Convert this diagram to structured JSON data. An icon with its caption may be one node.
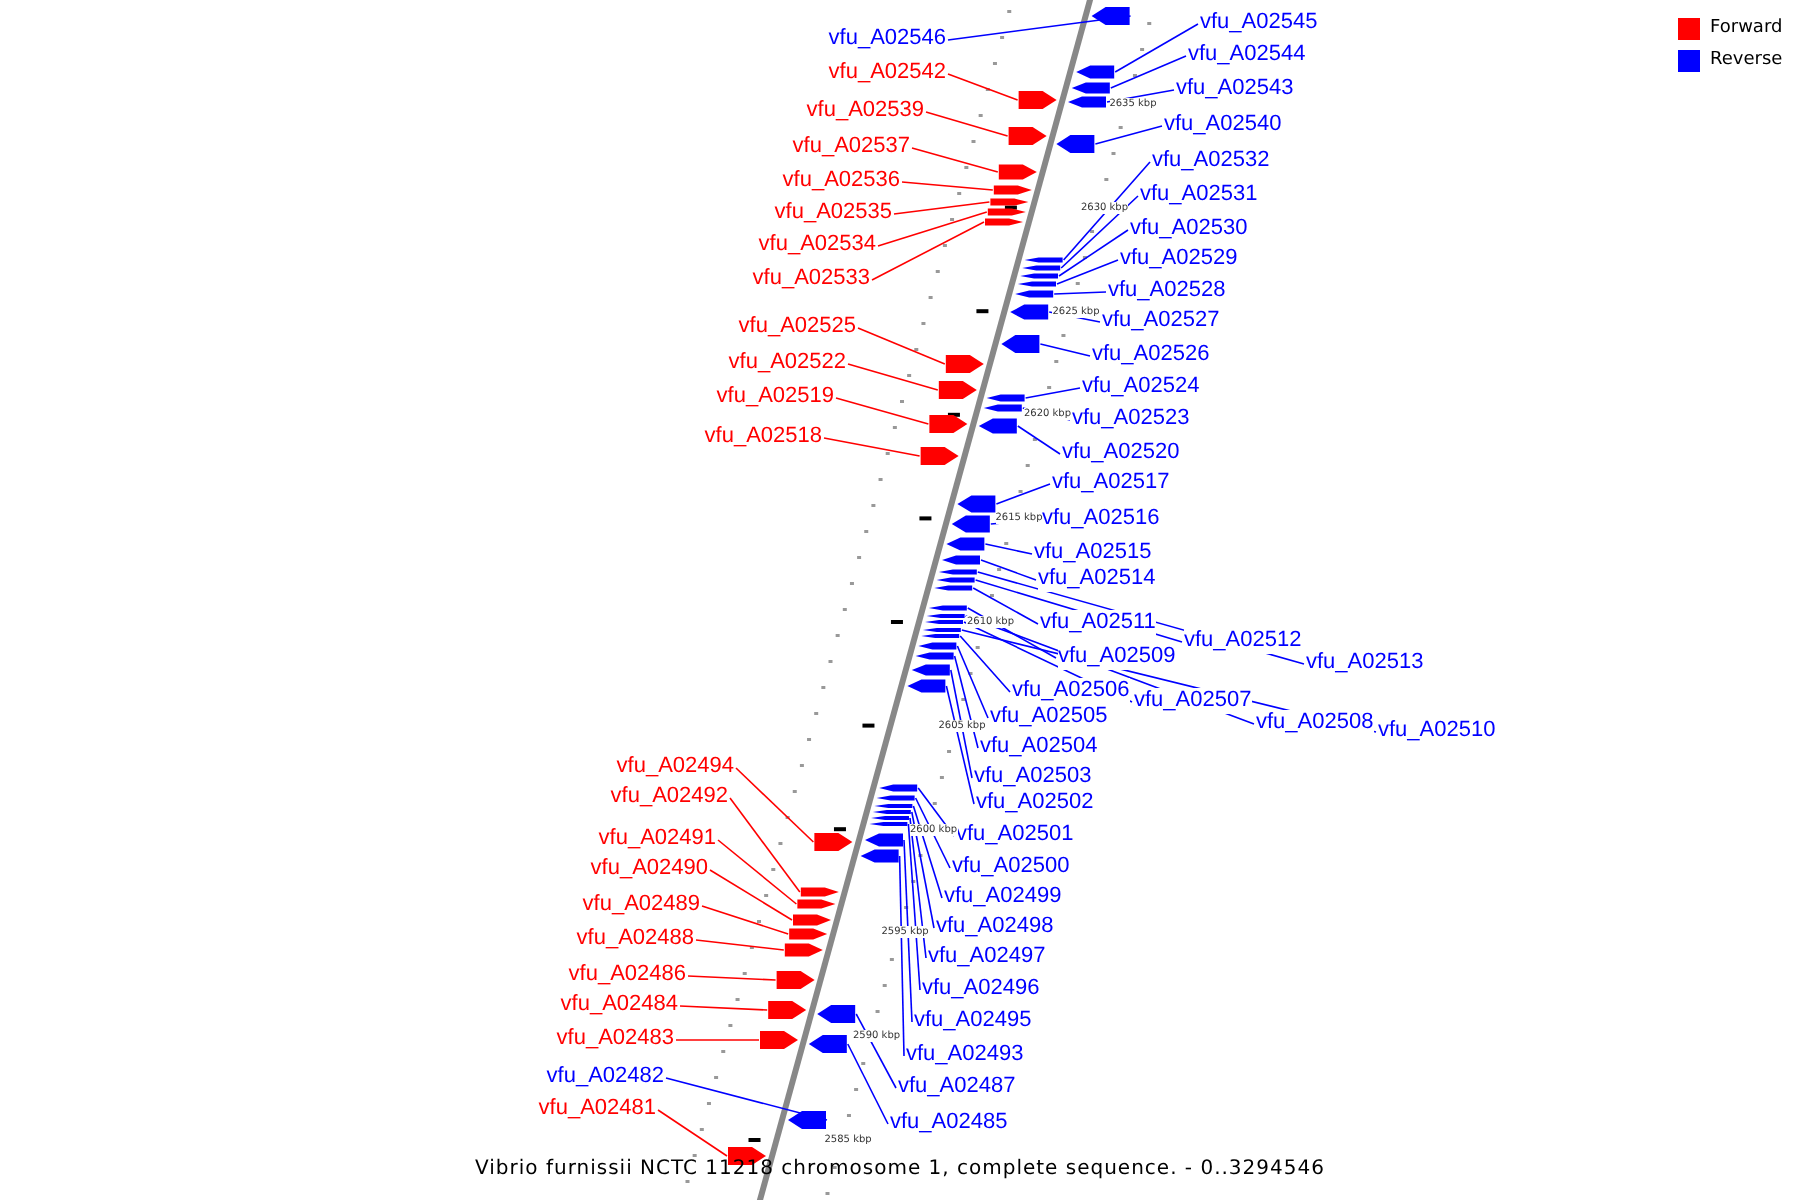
{
  "diagram": {
    "caption": "Vibrio furnissii NCTC 11218 chromosome 1, complete sequence. - 0..3294546",
    "nodes": [
      {
        "text": [
          "vfu_A02546"
        ]
      },
      {
        "text": [
          "vfu_A02542"
        ]
      },
      {
        "text": [
          "vfu_A02539"
        ]
      },
      {
        "text": [
          "vfu_A02537"
        ]
      },
      {
        "text": [
          "vfu_A02536"
        ]
      },
      {
        "text": [
          "vfu_A02535"
        ]
      },
      {
        "text": [
          "vfu_A02534"
        ]
      },
      {
        "text": [
          "vfu_A02533"
        ]
      },
      {
        "text": [
          "vfu_A02525"
        ]
      },
      {
        "text": [
          "vfu_A02522"
        ]
      },
      {
        "text": [
          "vfu_A02519"
        ]
      },
      {
        "text": [
          "vfu_A02518"
        ]
      },
      {
        "text": [
          "vfu_A02494"
        ]
      },
      {
        "text": [
          "vfu_A02492"
        ]
      },
      {
        "text": [
          "vfu_A02491"
        ]
      },
      {
        "text": [
          "vfu_A02490"
        ]
      },
      {
        "text": [
          "vfu_A02489"
        ]
      },
      {
        "text": [
          "vfu_A02488"
        ]
      },
      {
        "text": [
          "vfu_A02486"
        ]
      },
      {
        "text": [
          "vfu_A02484"
        ]
      },
      {
        "text": [
          "vfu_A02483"
        ]
      },
      {
        "text": [
          "vfu_A02482"
        ]
      },
      {
        "text": [
          "vfu_A02481"
        ]
      },
      {
        "text": [
          "vfu_A02545"
        ]
      },
      {
        "text": [
          "vfu_A02544"
        ]
      },
      {
        "text": [
          "vfu_A02543"
        ]
      },
      {
        "text": [
          "vfu_A02540"
        ]
      },
      {
        "text": [
          "vfu_A02532"
        ]
      },
      {
        "text": [
          "vfu_A02531"
        ]
      },
      {
        "text": [
          "vfu_A02530"
        ]
      },
      {
        "text": [
          "vfu_A02529"
        ]
      },
      {
        "text": [
          "vfu_A02528"
        ]
      },
      {
        "text": [
          "vfu_A02527"
        ]
      },
      {
        "text": [
          "vfu_A02526"
        ]
      },
      {
        "text": [
          "vfu_A02524"
        ]
      },
      {
        "text": [
          "vfu_A02523"
        ]
      },
      {
        "text": [
          "vfu_A02520"
        ]
      },
      {
        "text": [
          "vfu_A02517"
        ]
      },
      {
        "text": [
          "vfu_A02516"
        ]
      },
      {
        "text": [
          "vfu_A02515"
        ]
      },
      {
        "text": [
          "vfu_A02514"
        ]
      },
      {
        "text": [
          "vfu_A02511"
        ]
      },
      {
        "text": [
          "vfu_A02512"
        ]
      },
      {
        "text": [
          "vfu_A02513"
        ]
      },
      {
        "text": [
          "vfu_A02509"
        ]
      },
      {
        "text": [
          "vfu_A02506"
        ]
      },
      {
        "text": [
          "vfu_A02507"
        ]
      },
      {
        "text": [
          "vfu_A02508"
        ]
      },
      {
        "text": [
          "vfu_A02510"
        ]
      },
      {
        "text": [
          "vfu_A02505"
        ]
      },
      {
        "text": [
          "vfu_A02504"
        ]
      },
      {
        "text": [
          "vfu_A02503"
        ]
      },
      {
        "text": [
          "vfu_A02502"
        ]
      },
      {
        "text": [
          "vfu_A02501"
        ]
      },
      {
        "text": [
          "vfu_A02500"
        ]
      },
      {
        "text": [
          "vfu_A02499"
        ]
      },
      {
        "text": [
          "vfu_A02498"
        ]
      },
      {
        "text": [
          "vfu_A02497"
        ]
      },
      {
        "text": [
          "vfu_A02496"
        ]
      },
      {
        "text": [
          "vfu_A02495"
        ]
      },
      {
        "text": [
          "vfu_A02493"
        ]
      },
      {
        "text": [
          "vfu_A02487"
        ]
      },
      {
        "text": [
          "vfu_A02485"
        ]
      },
      {
        "text": [],
        "shape": "pentagon"
      },
      {
        "text": [],
        "shape": "pentagon"
      },
      {
        "text": [],
        "shape": "pentagon"
      },
      {
        "text": [],
        "shape": "pentagon"
      },
      {
        "text": [],
        "shape": "pentagon"
      },
      {
        "text": [],
        "shape": "pentagon"
      },
      {
        "text": [],
        "shape": "pentagon"
      },
      {
        "text": [],
        "shape": "pentagon"
      },
      {
        "text": [],
        "shape": "pentagon"
      },
      {
        "text": [],
        "shape": "pentagon"
      },
      {
        "text": [],
        "shape": "pentagon"
      },
      {
        "text": [],
        "shape": "pentagon"
      },
      {
        "text": [],
        "shape": "pentagon"
      },
      {
        "text": [],
        "shape": "pentagon"
      },
      {
        "text": [],
        "shape": "pentagon"
      },
      {
        "text": [],
        "shape": "pentagon"
      },
      {
        "text": [],
        "shape": "pentagon"
      },
      {
        "text": [],
        "shape": "pentagon"
      },
      {
        "text": [],
        "shape": "pentagon"
      },
      {
        "text": [],
        "shape": "pentagon"
      },
      {
        "text": [],
        "shape": "pentagon"
      },
      {
        "text": [],
        "shape": "pentagon"
      },
      {
        "text": [],
        "shape": "pentagon"
      },
      {
        "text": [],
        "shape": "pentagon"
      },
      {
        "text": [],
        "shape": "pentagon"
      },
      {
        "text": [],
        "shape": "pentagon"
      },
      {
        "text": [],
        "shape": "pentagon"
      },
      {
        "text": [],
        "shape": "pentagon"
      },
      {
        "text": [],
        "shape": "pentagon"
      },
      {
        "text": [],
        "shape": "pentagon"
      },
      {
        "text": [],
        "shape": "pentagon"
      },
      {
        "text": [],
        "shape": "pentagon"
      },
      {
        "text": [],
        "shape": "pentagon"
      },
      {
        "text": [],
        "shape": "pentagon"
      },
      {
        "text": [],
        "shape": "pentagon"
      },
      {
        "text": [],
        "shape": "pentagon"
      },
      {
        "text": [],
        "shape": "pentagon"
      },
      {
        "text": [],
        "shape": "pentagon"
      },
      {
        "text": [],
        "shape": "pentagon"
      },
      {
        "text": [],
        "shape": "pentagon"
      },
      {
        "text": [],
        "shape": "pentagon"
      },
      {
        "text": [],
        "shape": "pentagon"
      },
      {
        "text": [],
        "shape": "pentagon"
      },
      {
        "text": [],
        "shape": "pentagon"
      },
      {
        "text": [],
        "shape": "pentagon"
      },
      {
        "text": [],
        "shape": "pentagon"
      },
      {
        "text": [],
        "shape": "pentagon"
      },
      {
        "text": [],
        "shape": "pentagon"
      },
      {
        "text": [],
        "shape": "pentagon"
      },
      {
        "text": [],
        "shape": "pentagon"
      },
      {
        "text": [],
        "shape": "pentagon"
      },
      {
        "text": [],
        "shape": "pentagon"
      },
      {
        "text": [],
        "shape": "pentagon"
      },
      {
        "text": [],
        "shape": "pentagon"
      },
      {
        "text": [],
        "shape": "pentagon"
      },
      {
        "text": [],
        "shape": "pentagon"
      },
      {
        "text": [],
        "shape": "pentagon"
      },
      {
        "text": [],
        "shape": "pentagon"
      },
      {
        "text": [],
        "shape": "pentagon"
      },
      {
        "text": [],
        "shape": "pentagon"
      },
      {
        "text": [],
        "shape": "pentagon"
      },
      {
        "text": [],
        "shape": "pentagon"
      },
      {
        "text": [],
        "shape": "pentagon"
      }
    ],
    "edges": [
      {
        "from": 0,
        "to": 63,
        "arrow": "none"
      },
      {
        "from": 1,
        "to": 64,
        "arrow": "none",
        "color": "#ff0000"
      },
      {
        "from": 2,
        "to": 65,
        "arrow": "none",
        "color": "#ff0000"
      },
      {
        "from": 3,
        "to": 66,
        "arrow": "none",
        "color": "#ff0000"
      },
      {
        "from": 4,
        "to": 67,
        "arrow": "none",
        "color": "#ff0000"
      },
      {
        "from": 5,
        "to": 68,
        "arrow": "none",
        "color": "#ff0000"
      },
      {
        "from": 6,
        "to": 69,
        "arrow": "none",
        "color": "#ff0000"
      },
      {
        "from": 7,
        "to": 70,
        "arrow": "none",
        "color": "#ff0000"
      },
      {
        "from": 8,
        "to": 71,
        "arrow": "none",
        "color": "#ff0000"
      },
      {
        "from": 9,
        "to": 72,
        "arrow": "none",
        "color": "#ff0000"
      },
      {
        "from": 10,
        "to": 73,
        "arrow": "none",
        "color": "#ff0000"
      },
      {
        "from": 11,
        "to": 74,
        "arrow": "none",
        "color": "#ff0000"
      },
      {
        "from": 12,
        "to": 75,
        "arrow": "none",
        "color": "#ff0000"
      },
      {
        "from": 13,
        "to": 76,
        "arrow": "none",
        "color": "#ff0000"
      },
      {
        "from": 14,
        "to": 77,
        "arrow": "none",
        "color": "#ff0000"
      },
      {
        "from": 15,
        "to": 78,
        "arrow": "none",
        "color": "#ff0000"
      },
      {
        "from": 16,
        "to": 79,
        "arrow": "none",
        "color": "#ff0000"
      },
      {
        "from": 17,
        "to": 80,
        "arrow": "none",
        "color": "#ff0000"
      },
      {
        "from": 18,
        "to": 81,
        "arrow": "none",
        "color": "#ff0000"
      },
      {
        "from": 19,
        "to": 82,
        "arrow": "none",
        "color": "#ff0000"
      },
      {
        "from": 20,
        "to": 83,
        "arrow": "none",
        "color": "#ff0000"
      },
      {
        "from": 21,
        "to": 84,
        "arrow": "none"
      },
      {
        "from": 22,
        "to": 85,
        "arrow": "none",
        "color": "#ff0000"
      },
      {
        "from": 23,
        "to": 86,
        "arrow": "none"
      },
      {
        "from": 24,
        "to": 87,
        "arrow": "none"
      },
      {
        "from": 25,
        "to": 88,
        "arrow": "none"
      },
      {
        "from": 26,
        "to": 89,
        "arrow": "none"
      },
      {
        "from": 27,
        "to": 90,
        "arrow": "none"
      },
      {
        "from": 28,
        "to": 91,
        "arrow": "none"
      },
      {
        "from": 29,
        "to": 92,
        "arrow": "none"
      },
      {
        "from": 30,
        "to": 93,
        "arrow": "none"
      },
      {
        "from": 31,
        "to": 94,
        "arrow": "none"
      },
      {
        "from": 32,
        "to": 95,
        "arrow": "none"
      },
      {
        "from": 33,
        "to": 96,
        "arrow": "none"
      },
      {
        "from": 34,
        "to": 97,
        "arrow": "none"
      },
      {
        "from": 35,
        "to": 98,
        "arrow": "none"
      },
      {
        "from": 36,
        "to": 99,
        "arrow": "none"
      },
      {
        "from": 37,
        "to": 100,
        "arrow": "none"
      },
      {
        "from": 38,
        "to": 101,
        "arrow": "none"
      },
      {
        "from": 39,
        "to": 102,
        "arrow": "none"
      },
      {
        "from": 40,
        "to": 103,
        "arrow": "none"
      },
      {
        "from": 41,
        "to": 104,
        "arrow": "none"
      },
      {
        "from": 42,
        "to": 105,
        "arrow": "none"
      },
      {
        "from": 43,
        "to": 106,
        "arrow": "none"
      },
      {
        "from": 44,
        "to": 107,
        "arrow": "none"
      },
      {
        "from": 45,
        "to": 108,
        "arrow": "none"
      },
      {
        "from": 46,
        "to": 109,
        "arrow": "none"
      },
      {
        "from": 47,
        "to": 110,
        "arrow": "none"
      },
      {
        "from": 48,
        "to": 111,
        "arrow": "none"
      },
      {
        "from": 49,
        "to": 112,
        "arrow": "none"
      },
      {
        "from": 50,
        "to": 113,
        "arrow": "none"
      },
      {
        "from": 51,
        "to": 114,
        "arrow": "none"
      },
      {
        "from": 52,
        "to": 115,
        "arrow": "none"
      },
      {
        "from": 53,
        "to": 116,
        "arrow": "none"
      },
      {
        "from": 54,
        "to": 117,
        "arrow": "none"
      },
      {
        "from": 55,
        "to": 118,
        "arrow": "none"
      },
      {
        "from": 56,
        "to": 119,
        "arrow": "none"
      },
      {
        "from": 57,
        "to": 120,
        "arrow": "none"
      },
      {
        "from": 58,
        "to": 121,
        "arrow": "none"
      },
      {
        "from": 59,
        "to": 122,
        "arrow": "none"
      },
      {
        "from": 60,
        "to": 123,
        "arrow": "none"
      },
      {
        "from": 61,
        "to": 124,
        "arrow": "none"
      },
      {
        "from": 62,
        "to": 125,
        "arrow": "none"
      }
    ],
    "labels": [
      "2635 kbp",
      "2630 kbp",
      "2625 kbp",
      "2620 kbp",
      "2615 kbp",
      "2610 kbp",
      "2605 kbp",
      "2600 kbp",
      "2595 kbp",
      "2590 kbp",
      "2585 kbp"
    ],
    "legend": [
      {
        "text": "Forward",
        "color": "#ff0000"
      },
      {
        "text": "Reverse",
        "color": "#0000ff"
      }
    ]
  }
}
